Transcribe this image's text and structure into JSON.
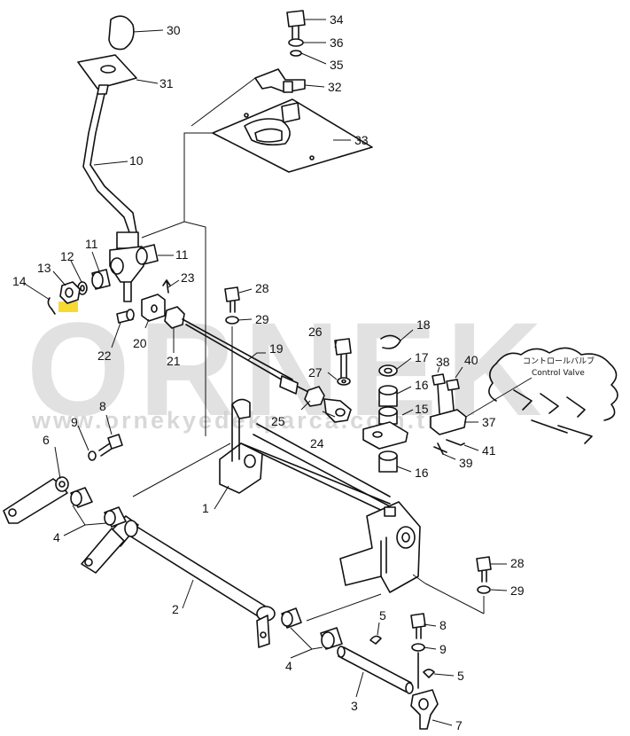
{
  "watermark": {
    "brand": "ORNEK",
    "url": "www.ornekyedekparca.com.tr",
    "accent_color": "#f5d000"
  },
  "annotation": {
    "japanese": "コントロールバルブ",
    "english": "Control Valve"
  },
  "callouts": {
    "c1": "1",
    "c2": "2",
    "c3": "3",
    "c4a": "4",
    "c4b": "4",
    "c5a": "5",
    "c5b": "5",
    "c6": "6",
    "c7": "7",
    "c8a": "8",
    "c8b": "8",
    "c9a": "9",
    "c9b": "9",
    "c10": "10",
    "c11a": "11",
    "c11b": "11",
    "c12": "12",
    "c13": "13",
    "c14": "14",
    "c15": "15",
    "c16a": "16",
    "c16b": "16",
    "c17": "17",
    "c18": "18",
    "c19": "19",
    "c20": "20",
    "c21": "21",
    "c22": "22",
    "c23": "23",
    "c24": "24",
    "c25": "25",
    "c26": "26",
    "c27": "27",
    "c28a": "28",
    "c28b": "28",
    "c29a": "29",
    "c29b": "29",
    "c30": "30",
    "c31": "31",
    "c32": "32",
    "c33": "33",
    "c34": "34",
    "c35": "35",
    "c36": "36",
    "c37": "37",
    "c38": "38",
    "c39": "39",
    "c40": "40",
    "c41": "41"
  }
}
